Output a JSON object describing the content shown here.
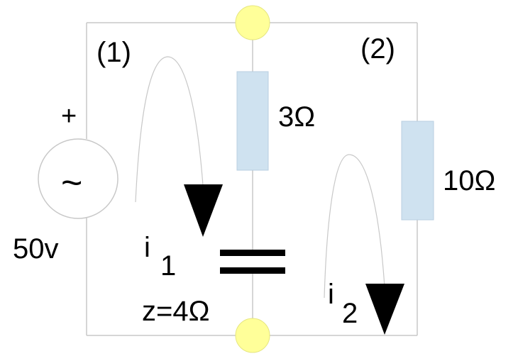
{
  "labels": {
    "loop1": "(1)",
    "loop2": "(2)",
    "plus": "+",
    "source_symbol": "~",
    "source_voltage": "50v",
    "r1": "3Ω",
    "r2": "10Ω",
    "current1_letter": "i",
    "current1_sub": "1",
    "current2_letter": "i",
    "current2_sub": "2",
    "capacitor_impedance": "z=4Ω"
  },
  "colors": {
    "wire": "#c8c8c8",
    "node_fill": "#ffff99",
    "node_stroke": "#e6e680",
    "resistor_fill": "#cfe2f0",
    "resistor_stroke": "#b8cfe0",
    "source_stroke": "#c8c8c8",
    "ink": "#000000"
  }
}
